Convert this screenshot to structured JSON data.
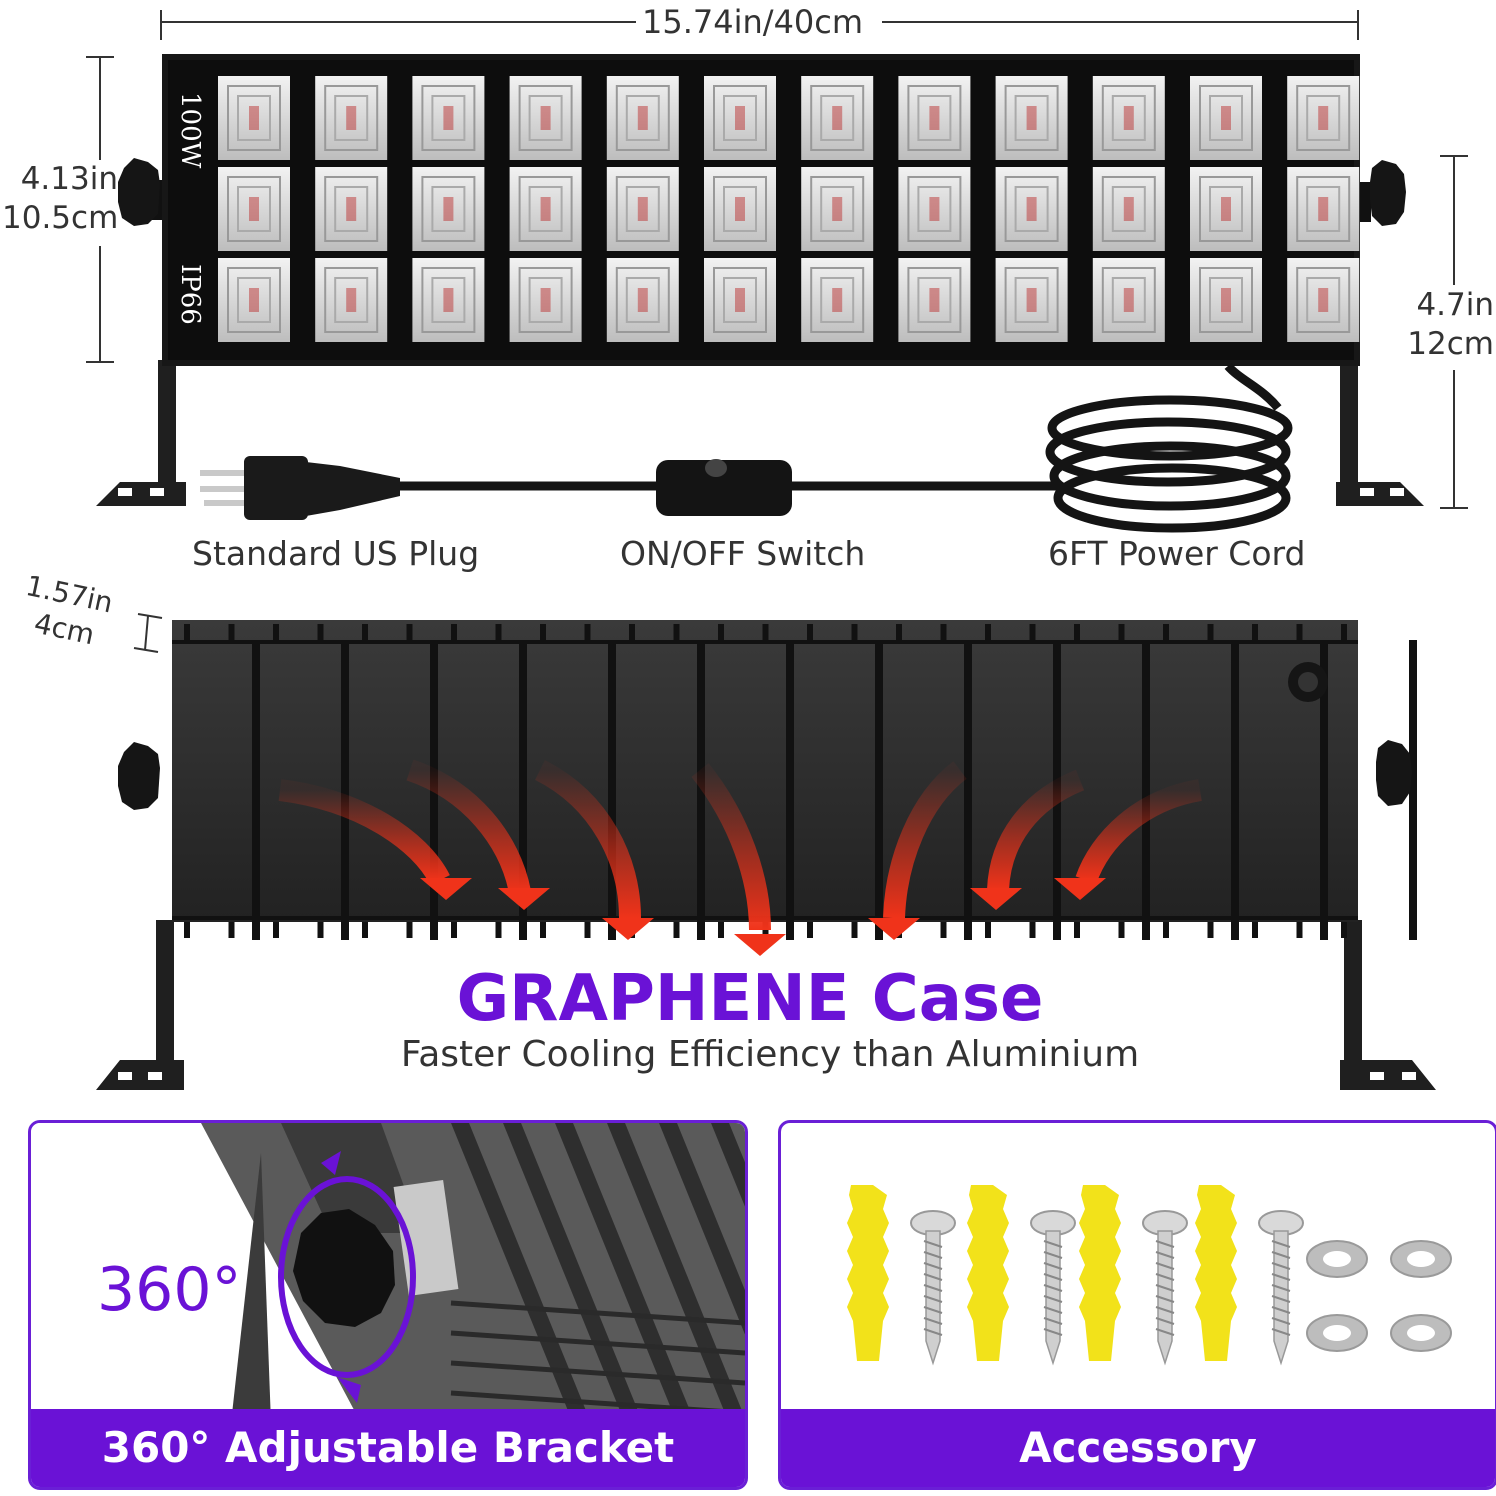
{
  "dimensions": {
    "width": "15.74in/40cm",
    "height_left": [
      "4.13in",
      "10.5cm"
    ],
    "height_right": [
      "4.7in",
      "12cm"
    ],
    "depth": [
      "1.57in",
      "4cm"
    ]
  },
  "fixture_labels": {
    "power": "100W",
    "rating": "IP66"
  },
  "captions": {
    "plug": "Standard US Plug",
    "switch": "ON/OFF Switch",
    "cord": "6FT Power Cord"
  },
  "headline": {
    "title": "GRAPHENE Case",
    "subtitle": "Faster Cooling Efficiency than Aluminium"
  },
  "panels": {
    "bracket": {
      "angle": "360°",
      "label": "360° Adjustable Bracket"
    },
    "accessory": {
      "label": "Accessory"
    }
  },
  "colors": {
    "accent": "#6a12d6",
    "heat_arrow": "#f0331a",
    "anchor": "#f2e21a"
  }
}
